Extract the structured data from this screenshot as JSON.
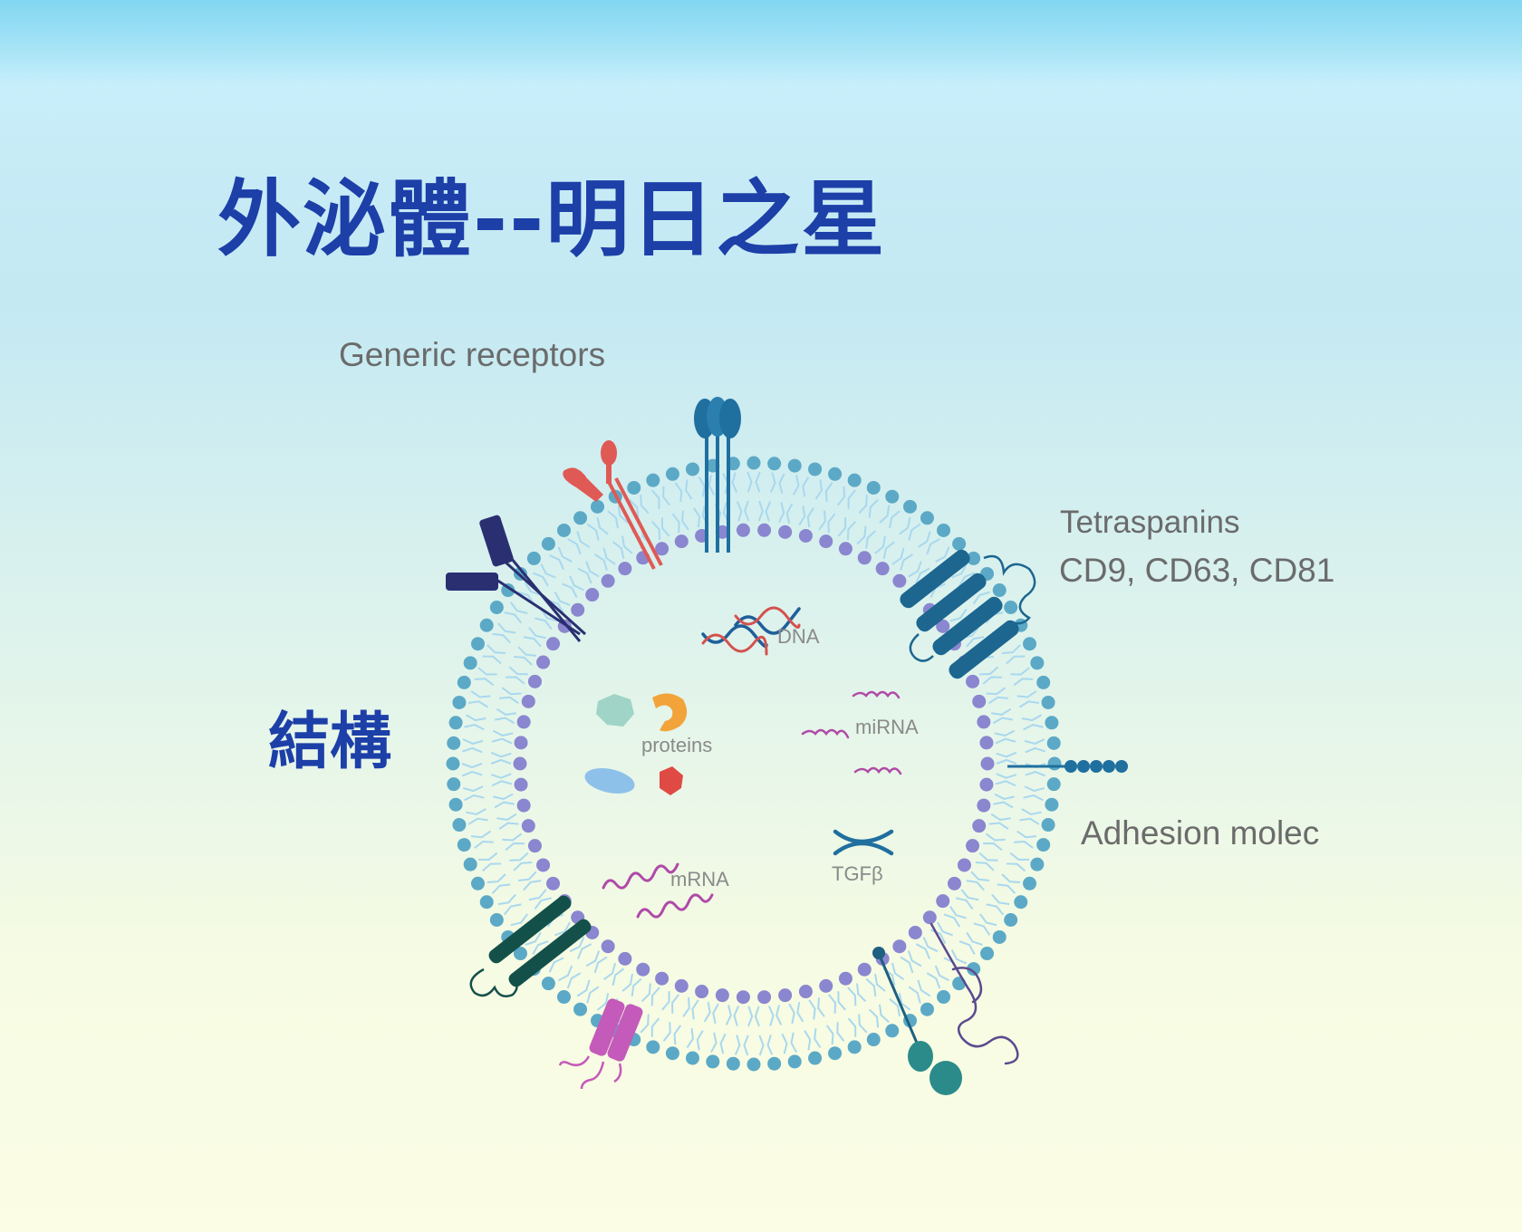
{
  "title": "外泌體--明日之星",
  "side_label": "結構",
  "labels": {
    "generic_receptors": "Generic receptors",
    "tetraspanins": "Tetraspanins",
    "cd_markers": "CD9, CD63, CD81",
    "adhesion": "Adhesion molec",
    "dna": "DNA",
    "mirna": "miRNA",
    "proteins": "proteins",
    "mrna": "mRNA",
    "tgfb": "TGFβ"
  },
  "colors": {
    "title": "#1c3fa8",
    "label": "#6b6b6b",
    "outer_head": "#5ba9c6",
    "inner_head": "#8a86cf",
    "tail": "#a9d8ee",
    "receptor_navy": "#2a2f72",
    "receptor_red": "#e05a55",
    "receptor_blue": "#1f6f9f",
    "tetraspanin": "#1d6690",
    "dark_teal": "#14504a",
    "magenta": "#c45ab9",
    "teal": "#2b8a8a",
    "purple": "#5b4a8f",
    "rna": "#b04aa8"
  }
}
